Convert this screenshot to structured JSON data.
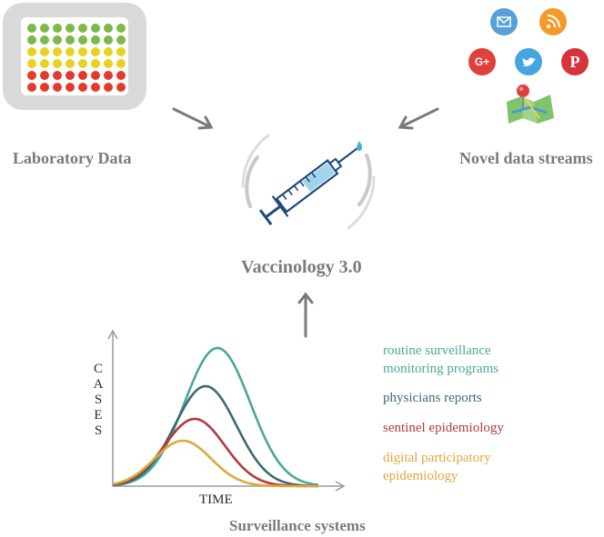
{
  "labels": {
    "lab": "Laboratory Data",
    "novel": "Novel data streams",
    "center": "Vaccinology 3.0",
    "surveillance": "Surveillance systems"
  },
  "chart": {
    "y_axis_letters": [
      "C",
      "A",
      "S",
      "E",
      "S"
    ],
    "x_axis_label": "TIME"
  },
  "legend": [
    {
      "lines": [
        "routine surveillance",
        "monitoring programs"
      ],
      "color": "#4aa89a"
    },
    {
      "lines": [
        "physicians reports"
      ],
      "color": "#3d6b73"
    },
    {
      "lines": [
        "sentinel epidemiology"
      ],
      "color": "#b23a3f"
    },
    {
      "lines": [
        "digital participatory",
        "epidemiology"
      ],
      "color": "#e0a83a"
    }
  ],
  "plate": {
    "row_colors": [
      "#7cb84a",
      "#7cb84a",
      "#e8d21f",
      "#e8d21f",
      "#e23b2e",
      "#e23b2e"
    ]
  },
  "social_icons": [
    {
      "name": "mail-icon",
      "color": "#5a9fd6"
    },
    {
      "name": "rss-icon",
      "color": "#f39a2b"
    },
    {
      "name": "google-plus-icon",
      "color": "#e0403a"
    },
    {
      "name": "twitter-icon",
      "color": "#45a5e0"
    },
    {
      "name": "pinterest-icon",
      "color": "#d6333a"
    },
    {
      "name": "map-pin-icon",
      "color": "#e04040"
    }
  ]
}
